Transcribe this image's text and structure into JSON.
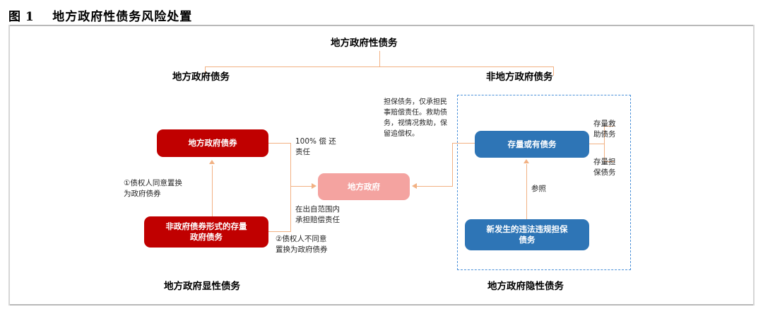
{
  "figure": {
    "number": "图 1",
    "title": "地方政府性债务风险处置"
  },
  "hierarchy": {
    "root": "地方政府性债务",
    "left_branch": "地方政府债务",
    "right_branch": "非地方政府债务"
  },
  "boxes": {
    "local_gov_bond": "地方政府债券",
    "non_bond_stock_debt": "非政府债券形式的存量\n政府债务",
    "local_government": "地方政府",
    "stock_contingent_debt": "存量或有债务",
    "new_illegal_guarantee_debt": "新发生的违法违规担保\n债务"
  },
  "annotations": {
    "full_repayment": "100% 偿 还\n责任",
    "option_one": "①债权人同意置换\n为政府债券",
    "option_two": "②债权人不同意\n置换为政府债券",
    "compensation_scope": "在出自范围内\n承担赔偿责任",
    "guarantee_note": "担保债务，仅承担民\n事赔偿责任。救助债\n务，视情况救助，保\n留追偿权。",
    "reference": "参照",
    "stock_rescue_debt": "存量救\n助债务",
    "stock_guarantee_debt": "存量担\n保债务"
  },
  "footers": {
    "left": "地方政府显性债务",
    "right": "地方政府隐性债务"
  },
  "colors": {
    "red_box": "#C00000",
    "pink_box": "#F4A3A0",
    "blue_box": "#2E75B6",
    "connector": "#F2B183",
    "dashed_border": "#4A90D9"
  }
}
